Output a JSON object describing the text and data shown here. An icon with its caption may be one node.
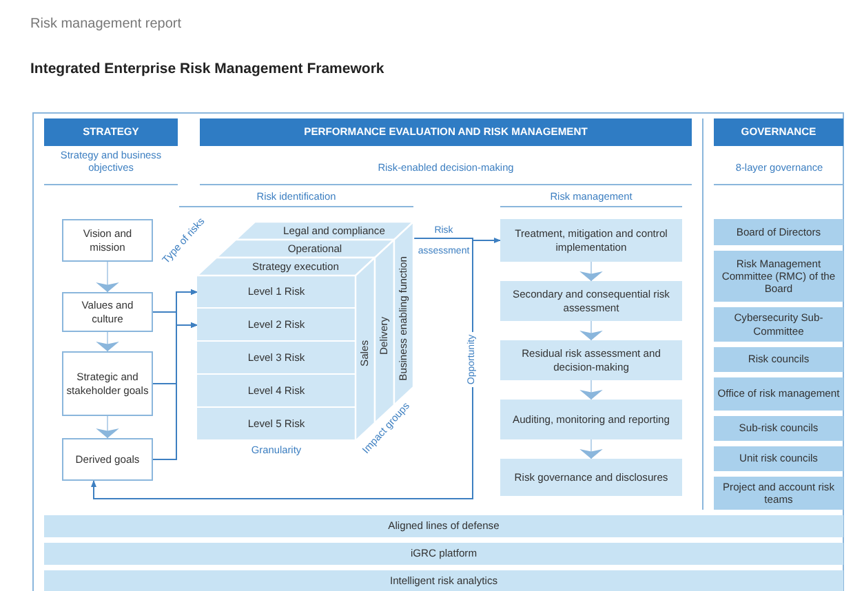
{
  "diagram": {
    "title": "Integrated Enterprise Risk Management Framework",
    "nodes": [
      {
        "text": [
          "STRATEGY"
        ]
      },
      {
        "text": [
          "PERFORMANCE EVALUATION AND RISK MANAGEMENT"
        ]
      },
      {
        "text": [
          "GOVERNANCE"
        ]
      },
      {
        "text": [
          "Vision and mission"
        ]
      },
      {
        "text": [
          "Values and culture"
        ]
      },
      {
        "text": [
          "Strategic and stakeholder goals"
        ]
      },
      {
        "text": [
          "Derived goals"
        ]
      },
      {
        "text": [
          "Legal and compliance"
        ]
      },
      {
        "text": [
          "Operational"
        ]
      },
      {
        "text": [
          "Strategy execution"
        ]
      },
      {
        "text": [
          "Level 1 Risk"
        ]
      },
      {
        "text": [
          "Level 2 Risk"
        ]
      },
      {
        "text": [
          "Level 3 Risk"
        ]
      },
      {
        "text": [
          "Level 4 Risk"
        ]
      },
      {
        "text": [
          "Level 5 Risk"
        ]
      },
      {
        "text": [
          "Sales"
        ]
      },
      {
        "text": [
          "Delivery"
        ]
      },
      {
        "text": [
          "Business enabling function"
        ]
      },
      {
        "text": [
          "Treatment, mitigation and control implementation"
        ]
      },
      {
        "text": [
          "Secondary and consequential risk assessment"
        ]
      },
      {
        "text": [
          "Residual risk assessment and decision-making"
        ]
      },
      {
        "text": [
          "Auditing, monitoring and reporting"
        ]
      },
      {
        "text": [
          "Risk governance and disclosures"
        ]
      },
      {
        "text": [
          "Board of Directors"
        ]
      },
      {
        "text": [
          "Risk Management Committee (RMC) of the Board"
        ]
      },
      {
        "text": [
          "Cybersecurity Sub-Committee"
        ]
      },
      {
        "text": [
          "Risk councils"
        ]
      },
      {
        "text": [
          "Office of risk management"
        ]
      },
      {
        "text": [
          "Sub-risk councils"
        ]
      },
      {
        "text": [
          "Unit risk councils"
        ]
      },
      {
        "text": [
          "Project and account risk teams"
        ]
      },
      {
        "text": [
          "Aligned lines of defense"
        ]
      },
      {
        "text": [
          "iGRC platform"
        ]
      },
      {
        "text": [
          "Intelligent risk analytics"
        ]
      }
    ],
    "edges": [
      {
        "from": 3,
        "to": 4,
        "arrow": "to",
        "color": "#8ab6dc"
      },
      {
        "from": 4,
        "to": 5,
        "arrow": "to",
        "color": "#8ab6dc"
      },
      {
        "from": 5,
        "to": 6,
        "arrow": "to",
        "color": "#8ab6dc"
      },
      {
        "from": 18,
        "to": 19,
        "arrow": "to",
        "color": "#8ab6dc"
      },
      {
        "from": 19,
        "to": 20,
        "arrow": "to",
        "color": "#8ab6dc"
      },
      {
        "from": 20,
        "to": 21,
        "arrow": "to",
        "color": "#8ab6dc"
      },
      {
        "from": 21,
        "to": 22,
        "arrow": "to",
        "color": "#8ab6dc"
      },
      {
        "from": 4,
        "to": 10,
        "arrow": "to"
      },
      {
        "from": 4,
        "to": 11,
        "arrow": "to"
      },
      {
        "from": 5,
        "to": 10,
        "arrow": "to"
      },
      {
        "from": 5,
        "to": 11,
        "arrow": "to"
      },
      {
        "from": 6,
        "to": 10,
        "arrow": "to"
      },
      {
        "from": 6,
        "to": 11,
        "arrow": "to"
      },
      {
        "from": 17,
        "to": 18,
        "arrow": "to",
        "label": "Risk assessment"
      },
      {
        "from": 17,
        "to": 6,
        "arrow": "to",
        "label": "Opportunity"
      }
    ],
    "labels": [
      "Risk management report",
      "Strategy and business objectives",
      "Risk-enabled decision-making",
      "8-layer governance",
      "Risk identification",
      "Risk management",
      "Type of risks",
      "Impact groups",
      "Granularity"
    ]
  }
}
